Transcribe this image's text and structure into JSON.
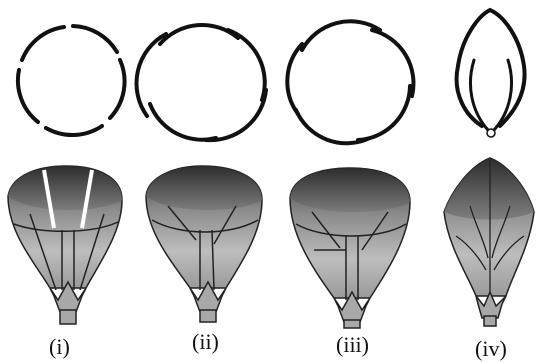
{
  "labels": [
    "(i)",
    "(ii)",
    "(iii)",
    "(iv)"
  ]
}
